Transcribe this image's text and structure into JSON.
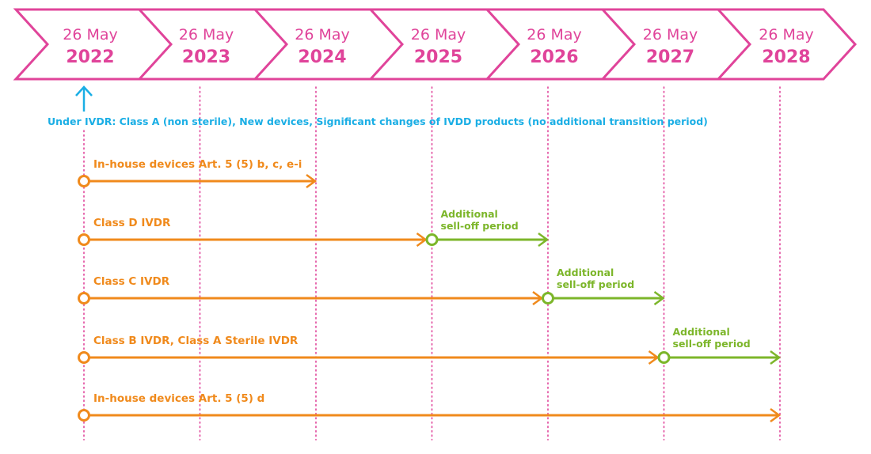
{
  "colors": {
    "pink": "#e0449a",
    "orange": "#f08a1c",
    "green": "#7cb62a",
    "blue": "#1aaee5"
  },
  "timeline": {
    "milestones": [
      {
        "day": "26 May",
        "year": "2022"
      },
      {
        "day": "26 May",
        "year": "2023"
      },
      {
        "day": "26 May",
        "year": "2024"
      },
      {
        "day": "26 May",
        "year": "2025"
      },
      {
        "day": "26 May",
        "year": "2026"
      },
      {
        "day": "26 May",
        "year": "2027"
      },
      {
        "day": "26 May",
        "year": "2028"
      }
    ]
  },
  "start_note": {
    "icon": "up-arrow-icon",
    "text": "Under IVDR: Class A (non sterile), New devices, Significant changes of IVDD products (no additional transition period)"
  },
  "tracks": [
    {
      "label": "In-house devices Art. 5 (5) b, c, e-i",
      "start": "2022",
      "end": "2024",
      "selloff_label": null,
      "selloff_end": null
    },
    {
      "label": "Class D IVDR",
      "start": "2022",
      "end": "2025",
      "selloff_label": [
        "Additional",
        "sell-off period"
      ],
      "selloff_end": "2026"
    },
    {
      "label": "Class C IVDR",
      "start": "2022",
      "end": "2026",
      "selloff_label": [
        "Additional",
        "sell-off period"
      ],
      "selloff_end": "2027"
    },
    {
      "label": "Class B IVDR, Class A Sterile IVDR",
      "start": "2022",
      "end": "2027",
      "selloff_label": [
        "Additional",
        "sell-off period"
      ],
      "selloff_end": "2028"
    },
    {
      "label": "In-house devices Art. 5 (5) d",
      "start": "2022",
      "end": "2028",
      "selloff_label": null,
      "selloff_end": null
    }
  ]
}
